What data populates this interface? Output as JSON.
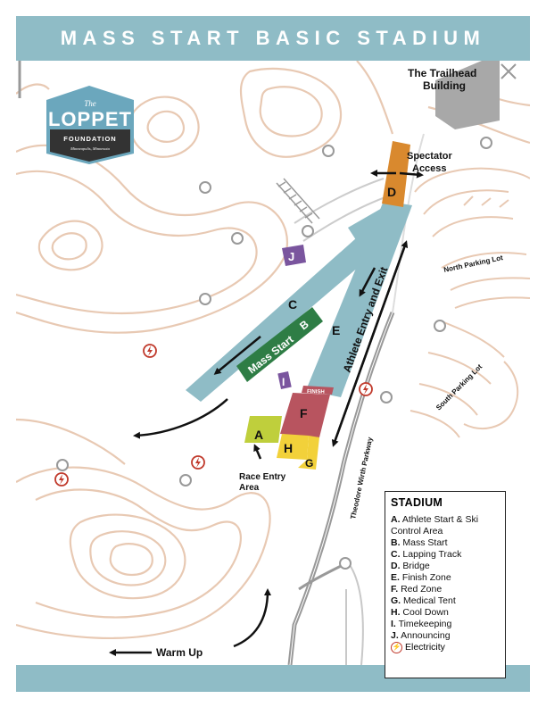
{
  "title": "MASS START BASIC STADIUM",
  "logo": {
    "small_text": "The",
    "main_text": "LOPPET",
    "sub_text": "FOUNDATION",
    "tag_text": "Minneapolis, Minnesota",
    "color": "#6ba7bd"
  },
  "colors": {
    "track": "#8fbcc6",
    "contour": "#e8c9b3",
    "road": "#999999",
    "mass_start": "#2e7d45",
    "bridge": "#d9892e",
    "red_zone": "#b8545f",
    "race_entry": "#bfcf3c",
    "cool_down": "#f2d13a",
    "medical": "#f2d13a",
    "timekeeping": "#7a559e",
    "announcing": "#7a559e",
    "electricity": "#c0392b",
    "building": "#a8a8a8"
  },
  "map_labels": {
    "trailhead": [
      "The Trailhead",
      "Building"
    ],
    "spectator": [
      "Spectator",
      "Access"
    ],
    "north_lot": "North Parking Lot",
    "south_lot": "South Parking Lot",
    "athlete_entry": "Athlete Entry and Exit",
    "parkway": "Theodore Wirth Parkway",
    "race_entry": [
      "Race Entry",
      "Area"
    ],
    "warm_up": "Warm Up",
    "mass_start": "Mass Start",
    "finish": "FINISH"
  },
  "zones": {
    "A": "A",
    "B": "B",
    "C": "C",
    "D": "D",
    "E": "E",
    "F": "F",
    "G": "G",
    "H": "H",
    "I": "I",
    "J": "J"
  },
  "legend": {
    "title": "STADIUM",
    "items": [
      {
        "key": "A.",
        "text": "Athlete Start & Ski Control Area"
      },
      {
        "key": "B.",
        "text": "Mass Start"
      },
      {
        "key": "C.",
        "text": "Lapping Track"
      },
      {
        "key": "D.",
        "text": "Bridge"
      },
      {
        "key": "E.",
        "text": "Finish Zone"
      },
      {
        "key": "F.",
        "text": "Red Zone"
      },
      {
        "key": "G.",
        "text": "Medical Tent"
      },
      {
        "key": "H.",
        "text": "Cool Down"
      },
      {
        "key": "I.",
        "text": "Timekeeping"
      },
      {
        "key": "J.",
        "text": "Announcing"
      }
    ],
    "electricity_label": "Electricity",
    "electricity_icon": "lightning-bolt-icon"
  }
}
